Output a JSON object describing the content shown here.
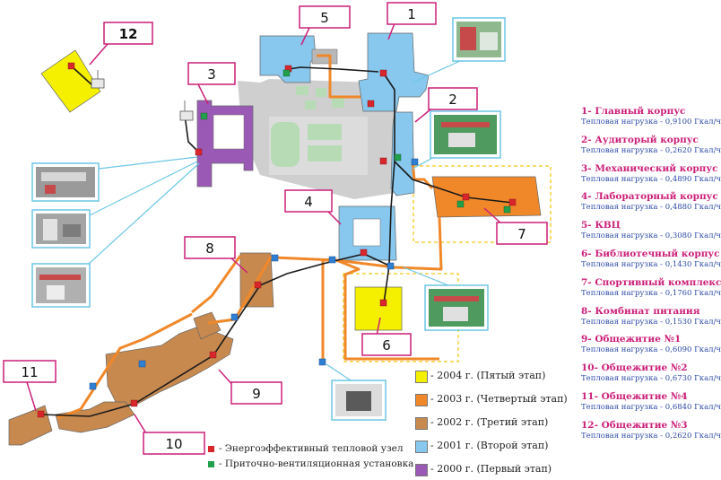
{
  "callouts": {
    "c1": "1",
    "c2": "2",
    "c3": "3",
    "c4": "4",
    "c5": "5",
    "c6": "6",
    "c7": "7",
    "c8": "8",
    "c9": "9",
    "c10": "10",
    "c11": "11",
    "c12": "12"
  },
  "buildings": [
    {
      "name": "1- Главный корпус",
      "load": "Тепловая нагрузка - 0,9100 Гкал/ч"
    },
    {
      "name": "2- Аудиторый корпус",
      "load": "Тепловая нагрузка - 0,2620 Гкал/ч"
    },
    {
      "name": "3- Механический корпус",
      "load": "Тепловая нагрузка - 0,4890 Гкал/ч"
    },
    {
      "name": "4- Лабораторный корпус",
      "load": "Тепловая нагрузка - 0,4880 Гкал/ч"
    },
    {
      "name": "5- КВЦ",
      "load": "Тепловая нагрузка - 0,3080 Гкал/ч"
    },
    {
      "name": "6- Библиотечный корпус",
      "load": "Тепловая нагрузка - 0,1430 Гкал/ч"
    },
    {
      "name": "7- Спортивный комплекс",
      "load": "Тепловая нагрузка - 0,1760 Гкал/ч"
    },
    {
      "name": "8- Комбинат питания",
      "load": "Тепловая нагрузка - 0,1530 Гкал/ч"
    },
    {
      "name": "9- Общежитие №1",
      "load": "Тепловая нагрузка - 0,6090 Гкал/ч"
    },
    {
      "name": "10- Общежитие №2",
      "load": "Тепловая нагрузка - 0,6730 Гкал/ч"
    },
    {
      "name": "11- Общежитие №4",
      "load": "Тепловая нагрузка - 0,6840 Гкал/ч"
    },
    {
      "name": "12- Общежитие №3",
      "load": "Тепловая нагрузка - 0,2620 Гкал/ч"
    }
  ],
  "stages": [
    {
      "label": "- 2004 г. (Пятый этап)",
      "color": "#f5f000"
    },
    {
      "label": "- 2003 г. (Четвертый этап)",
      "color": "#f0882a"
    },
    {
      "label": "- 2002 г. (Третий этап)",
      "color": "#c8894f"
    },
    {
      "label": "- 2001 г. (Второй этап)",
      "color": "#88c8ee"
    },
    {
      "label": "- 2000 г. (Первый этап)",
      "color": "#9b59b6"
    }
  ],
  "markers": {
    "heat_node": {
      "label": "- Энергоэффективный тепловой узел",
      "color": "#d9262c"
    },
    "ventilation": {
      "label": "- Приточно-вентиляционная установка",
      "color": "#22a04b"
    }
  },
  "colors": {
    "pipe_black": "#1a1a1a",
    "pipe_orange": "#f0882a",
    "connector": "#2f7fd3",
    "callout_border": "#cc1f78",
    "photo_frame": "#6cc6e6",
    "campus_area": "#cfcfcf",
    "lawn": "#b7dcb5"
  }
}
